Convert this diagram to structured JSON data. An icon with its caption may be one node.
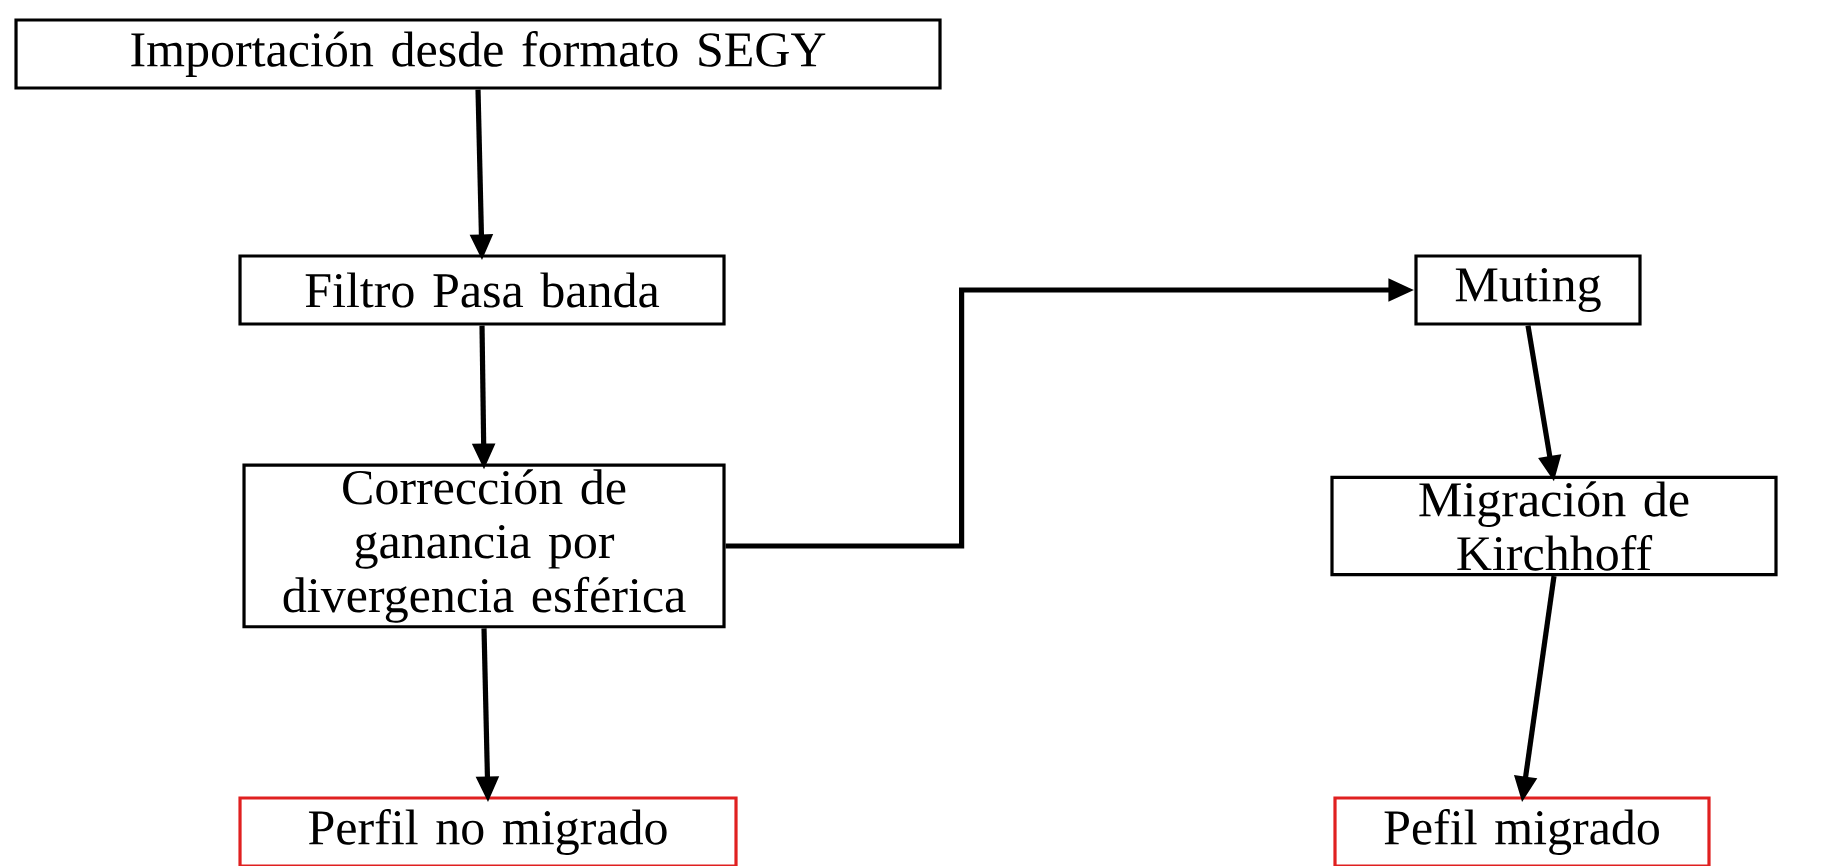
{
  "diagram": {
    "nodes": [
      {
        "text": [
          "Importación desde formato SEGY"
        ]
      },
      {
        "text": [
          "Filtro Pasa banda"
        ]
      },
      {
        "text": [
          "Corrección de ganancia por divergencia esférica"
        ]
      },
      {
        "text": [
          "Perfil no migrado"
        ]
      },
      {
        "text": [
          "Muting"
        ]
      },
      {
        "text": [
          "Migración de Kirchhoff"
        ]
      },
      {
        "text": [
          "Pefil migrado"
        ]
      }
    ],
    "edges": [
      {
        "from": 0,
        "to": 1,
        "arrow": "to"
      },
      {
        "from": 1,
        "to": 2,
        "arrow": "to"
      },
      {
        "from": 2,
        "to": 3,
        "arrow": "to"
      },
      {
        "from": 2,
        "to": 4,
        "arrow": "to"
      },
      {
        "from": 4,
        "to": 5,
        "arrow": "to"
      },
      {
        "from": 5,
        "to": 6,
        "arrow": "to"
      }
    ]
  }
}
